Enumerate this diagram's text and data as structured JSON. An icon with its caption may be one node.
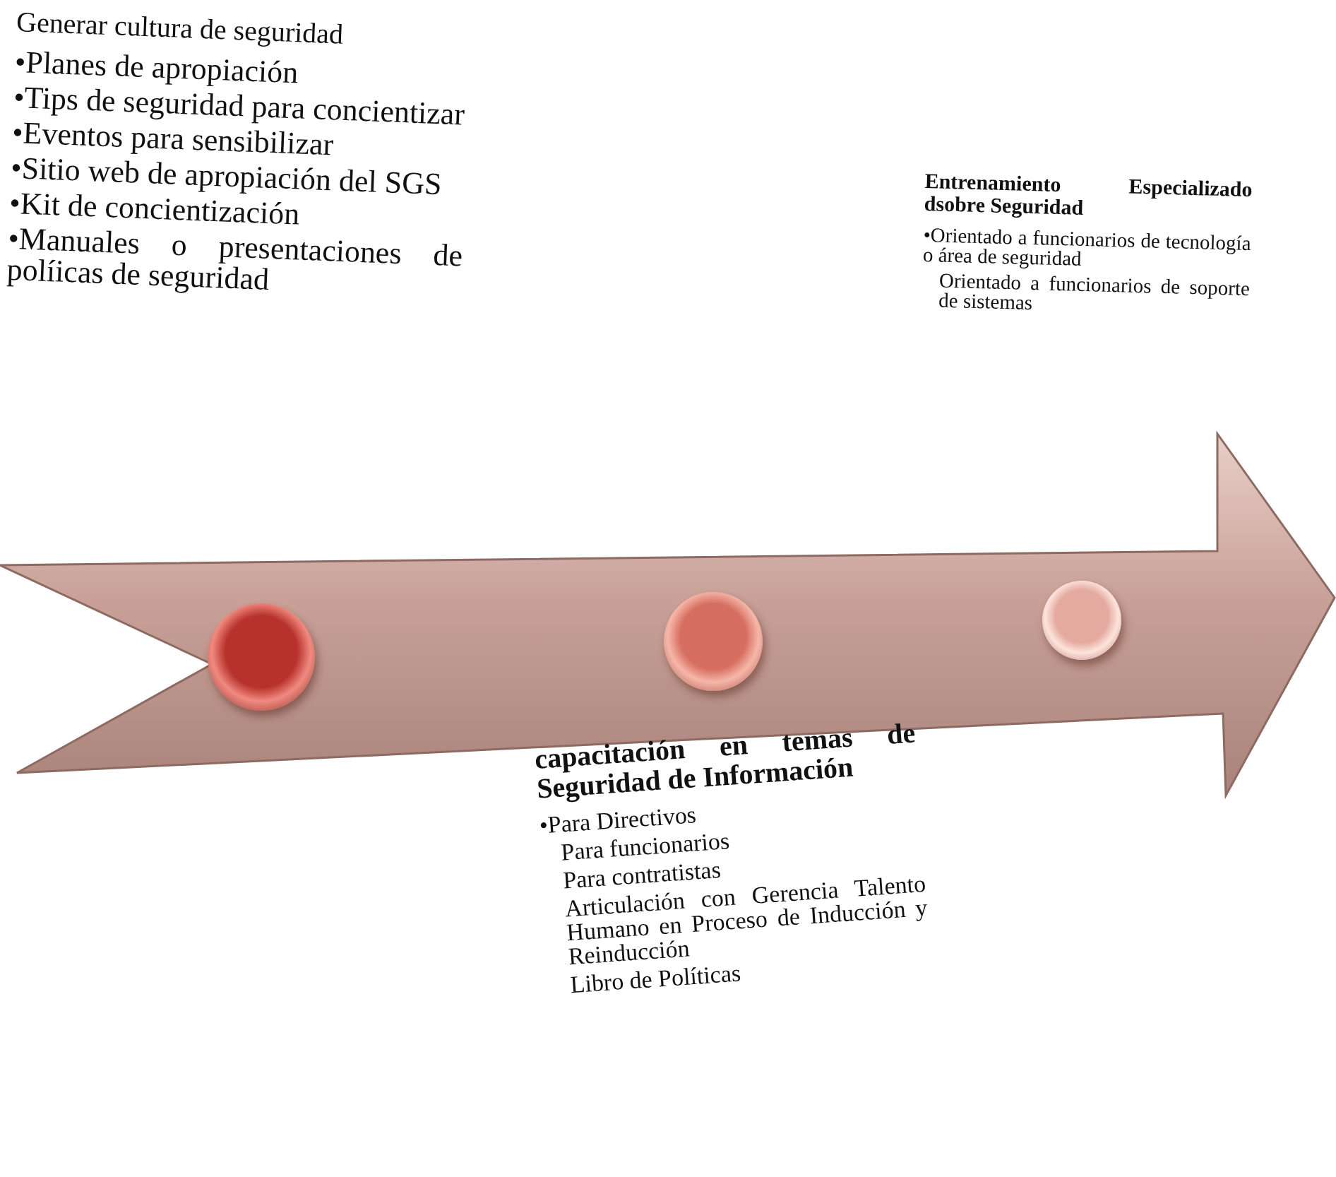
{
  "diagram": {
    "nodes": [
      {
        "text": [],
        "shape": "arrow"
      },
      {
        "text": [],
        "shape": "circle",
        "in": 0
      },
      {
        "text": [],
        "shape": "circle",
        "in": 0
      },
      {
        "text": [],
        "shape": "circle",
        "in": 0
      }
    ],
    "labels": [
      "Generar cultura de seguridad",
      "•Planes de apropiación",
      "•Tips de seguridad para concientizar",
      "•Eventos para sensibilizar",
      "•Sitio web de apropiación del SGS",
      "•Kit de concientización",
      "•Manuales o presentaciones de políicas de seguridad",
      "Entrenamiento Especializado dsobre Seguridad",
      "•Orientado a funcionarios de tecnología o área de seguridad",
      "Orientado a funcionarios de soporte de sistemas",
      "capacitación en temas de Seguridad de Información",
      "•Para Directivos",
      "Para funcionarios",
      "Para contratistas",
      "Articulación con Gerencia Talento Humano en Proceso de Inducción y Reinducción",
      "Libro de Políticas"
    ]
  }
}
